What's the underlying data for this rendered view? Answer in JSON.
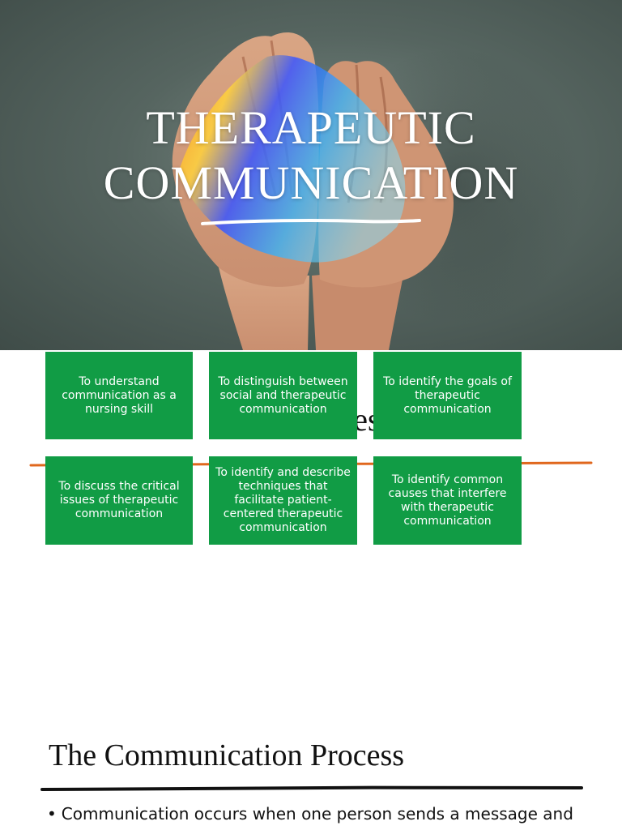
{
  "hero": {
    "title_line1": "THERAPEUTIC",
    "title_line2": "COMMUNICATION",
    "image": "cupped-hands-rainbow-light"
  },
  "objectives": {
    "heading": "Objectives",
    "boxes": [
      "To understand communication as a nursing skill",
      "To distinguish between social and therapeutic communication",
      "To identify the goals of therapeutic communication",
      "To discuss the critical issues of therapeutic communication",
      "To identify and describe techniques that facilitate patient-centered therapeutic communication",
      "To identify common causes that interfere with therapeutic communication"
    ]
  },
  "process": {
    "title": "The Communication Process",
    "bullet_symbol": "•",
    "bullet_text": "Communication occurs when one person sends a message and"
  },
  "colors": {
    "box_green": "#119c45",
    "rule_orange": "#e0671d",
    "text_dark": "#111111",
    "hero_bg": "#566560"
  }
}
